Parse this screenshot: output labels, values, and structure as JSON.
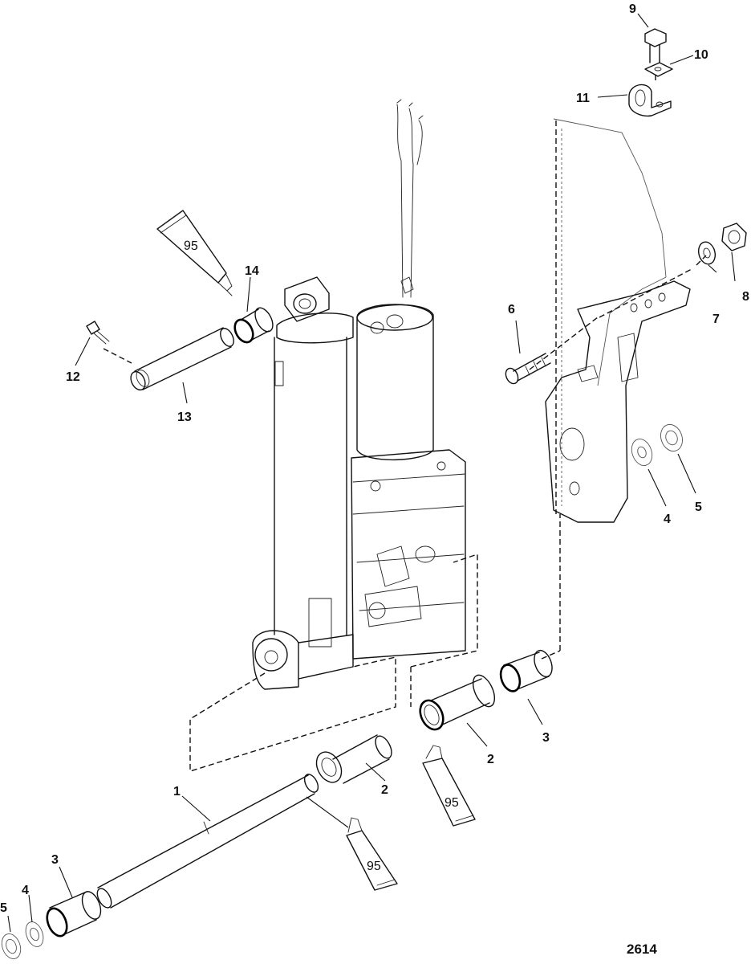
{
  "figure_number": "2614",
  "callouts": {
    "c1": "1",
    "c2a": "2",
    "c2b": "2",
    "c3a": "3",
    "c3b": "3",
    "c4a": "4",
    "c4b": "4",
    "c5a": "5",
    "c5b": "5",
    "c6": "6",
    "c7": "7",
    "c8": "8",
    "c9": "9",
    "c10": "10",
    "c11": "11",
    "c12": "12",
    "c13": "13",
    "c14": "14"
  },
  "tube_labels": {
    "top": "95",
    "middle": "95",
    "bottom": "95"
  }
}
